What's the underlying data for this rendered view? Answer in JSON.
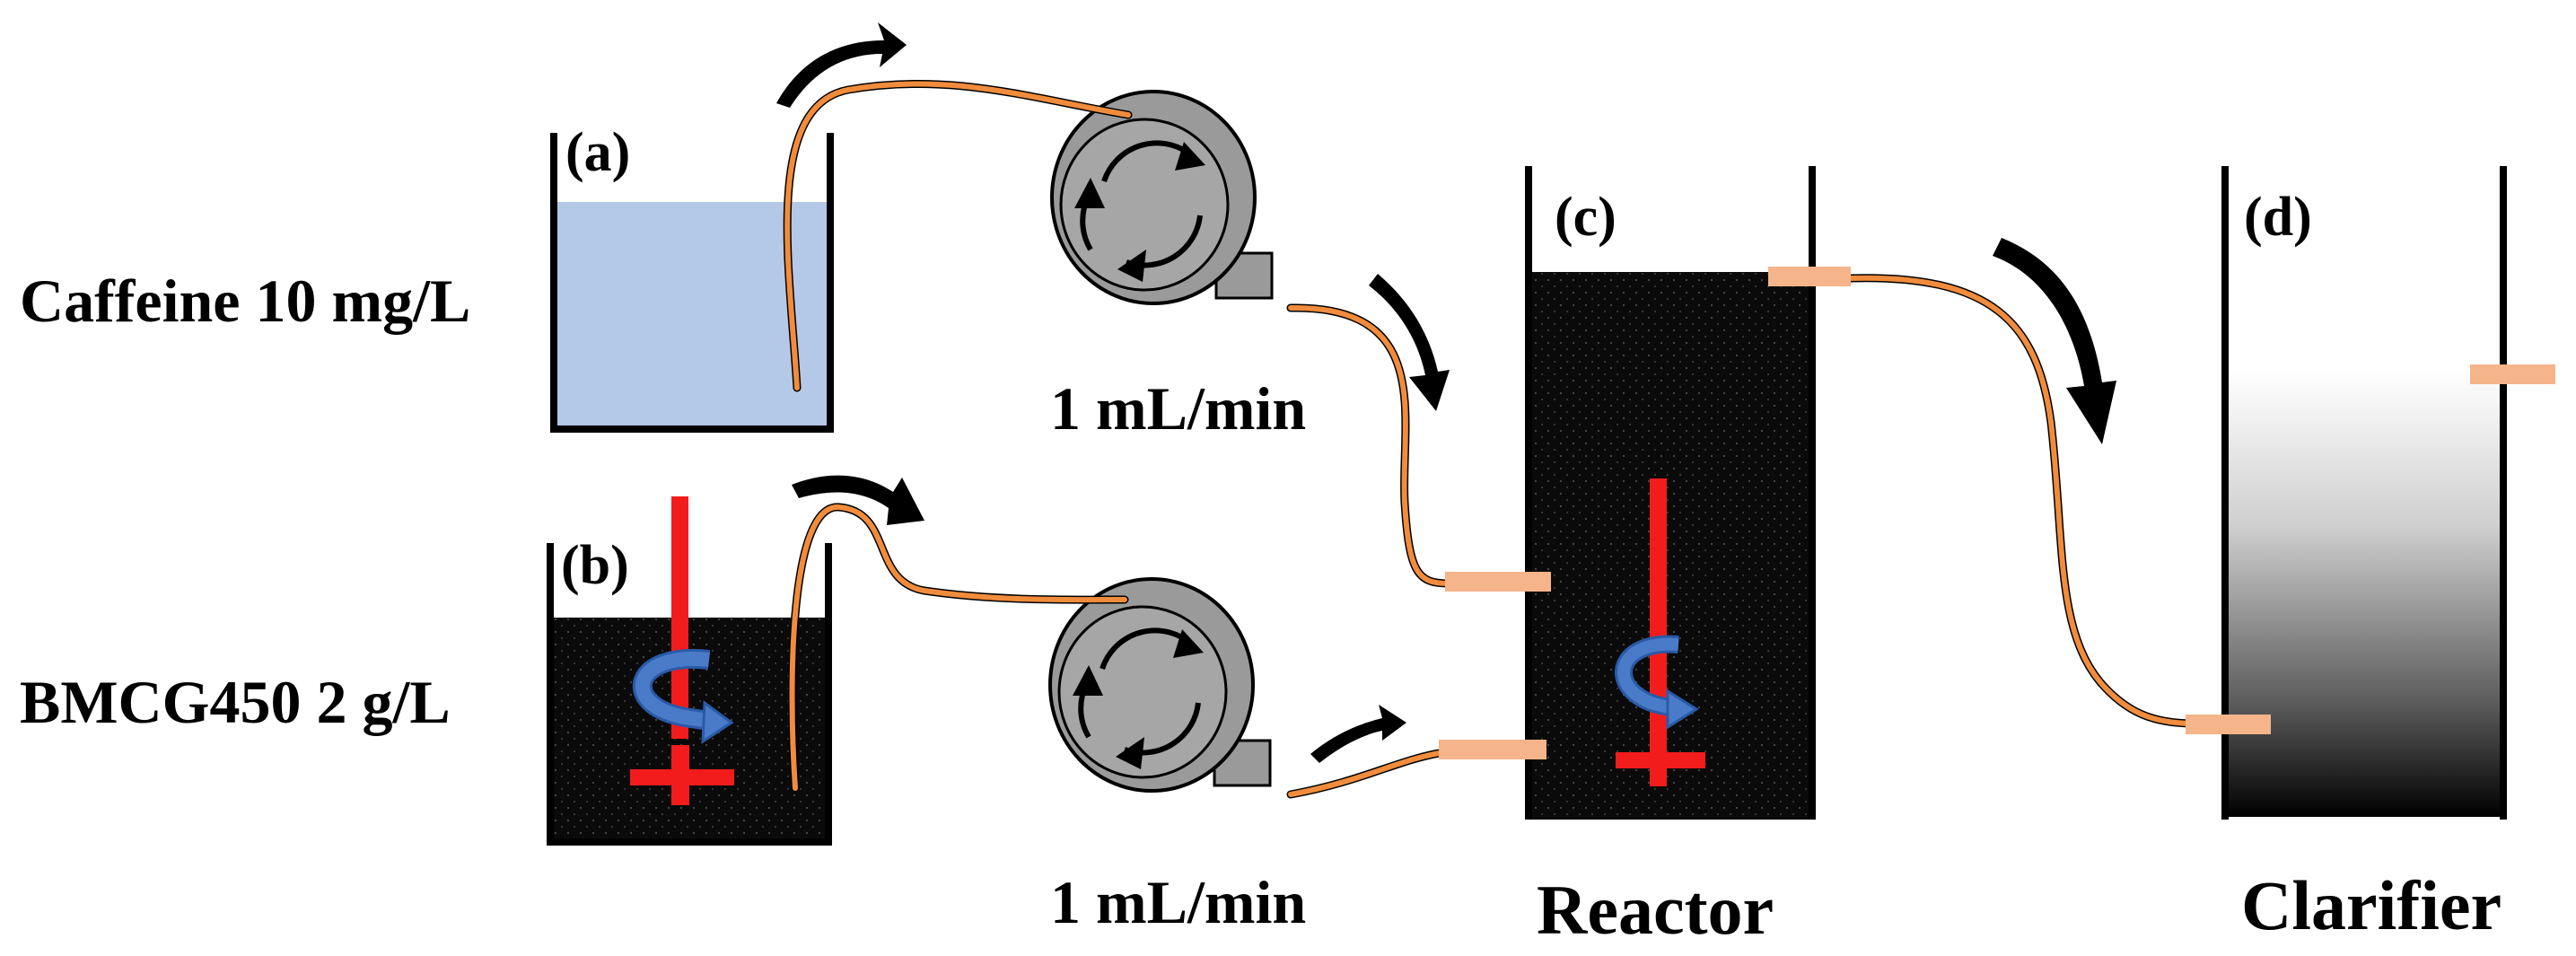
{
  "labels": {
    "a": "(a)",
    "b": "(b)",
    "c": "(c)",
    "d": "(d)",
    "caffeine": "Caffeine 10 mg/L",
    "bmcg": "BMCG450 2 g/L",
    "flow_top": "1 mL/min",
    "flow_bottom": "1 mL/min",
    "reactor": "Reactor",
    "clarifier": "Clarifier"
  },
  "colors": {
    "tube": "#F08C3C",
    "port": "#F5B48A",
    "water": "#B4C8E8",
    "slurry": "#0A0A0A",
    "pump": "#9A9A9A",
    "stirrer": "#F21C1C",
    "rotation_arrow": "#4A7BC8"
  }
}
